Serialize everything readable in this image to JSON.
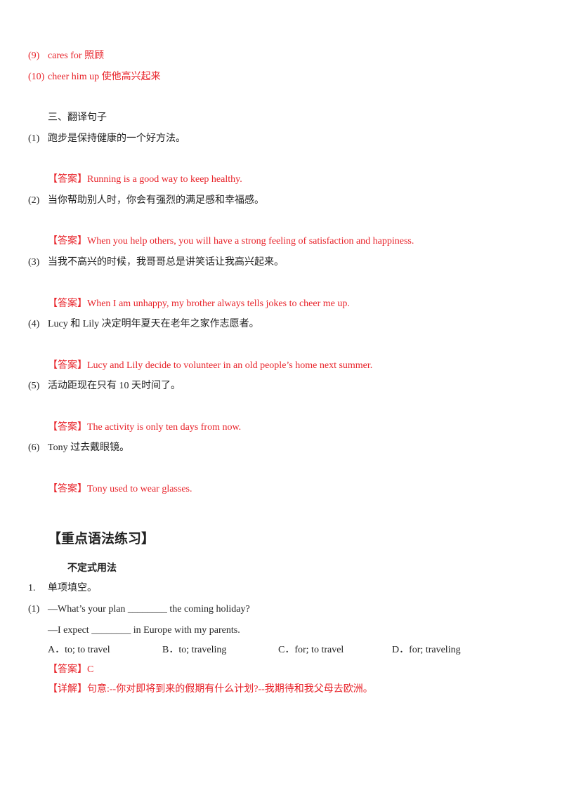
{
  "vocab": [
    {
      "num": "(9)",
      "text": "cares for  照顾"
    },
    {
      "num": "(10)",
      "text": "cheer him up  使他高兴起来"
    }
  ],
  "section3_title": "三、翻译句子",
  "translations": [
    {
      "num": "(1)",
      "question": "跑步是保持健康的一个好方法。",
      "answer_label": "【答案】",
      "answer": "Running is a good way to keep healthy."
    },
    {
      "num": "(2)",
      "question": "当你帮助别人时，你会有强烈的满足感和幸福感。",
      "answer_label": "【答案】",
      "answer": "When you help others, you will have a strong feeling of satisfaction and happiness."
    },
    {
      "num": "(3)",
      "question": "当我不高兴的时候，我哥哥总是讲笑话让我高兴起来。",
      "answer_label": "【答案】",
      "answer": "When I am unhappy, my brother always tells jokes to cheer me up."
    },
    {
      "num": "(4)",
      "question": "Lucy 和 Lily 决定明年夏天在老年之家作志愿者。",
      "answer_label": "【答案】",
      "answer": "Lucy and Lily decide to volunteer in an old people’s home next summer."
    },
    {
      "num": "(5)",
      "question": "活动距现在只有 10 天时间了。",
      "answer_label": "【答案】",
      "answer": "The activity is only ten days from now."
    },
    {
      "num": "(6)",
      "question": "Tony 过去戴眼镜。",
      "answer_label": "【答案】",
      "answer": "Tony used to wear glasses."
    }
  ],
  "grammar_heading": "【重点语法练习】",
  "grammar_subheading": "不定式用法",
  "exercise": {
    "num": "1.",
    "title": "单项填空。",
    "q_num": "(1)",
    "q_line1": "—What’s your plan ________ the coming holiday?",
    "q_line2": "—I expect ________ in Europe with my parents.",
    "options": [
      "A．to;  to travel",
      "B．to; traveling",
      "C．for;  to travel",
      "D．for;  traveling"
    ],
    "answer_label": "【答案】",
    "answer": "C",
    "detail_label": "【详解】",
    "detail": "句意:--你对即将到来的假期有什么计划?--我期待和我父母去欧洲。"
  },
  "colors": {
    "accent_red": "#e8232a",
    "text": "#222222"
  }
}
